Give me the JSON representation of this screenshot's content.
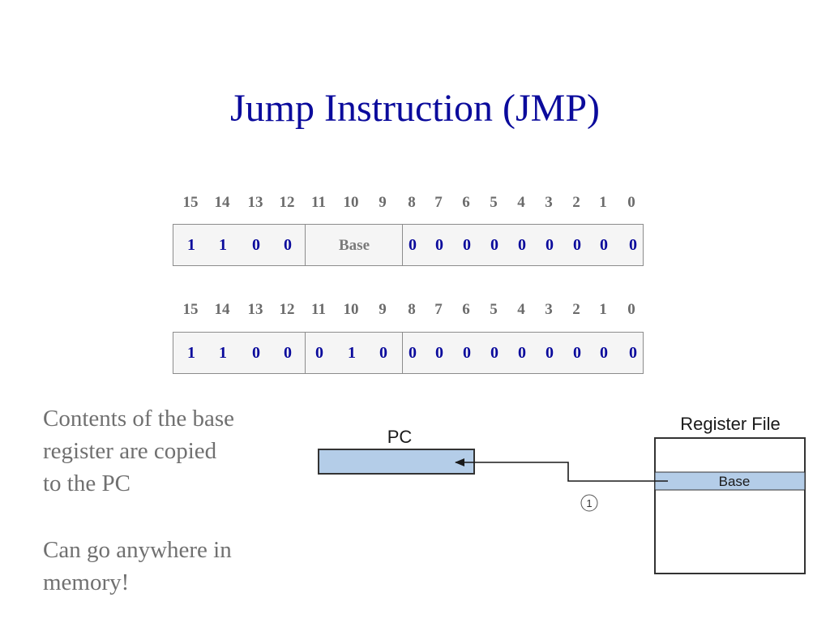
{
  "title": "Jump Instruction (JMP)",
  "bit_positions": [
    "15",
    "14",
    "13",
    "12",
    "11",
    "10",
    "9",
    "8",
    "7",
    "6",
    "5",
    "4",
    "3",
    "2",
    "1",
    "0"
  ],
  "format": {
    "opcode": [
      "1",
      "1",
      "0",
      "0"
    ],
    "base_label": "Base",
    "tail": [
      "0",
      "0",
      "0",
      "0",
      "0",
      "0",
      "0",
      "0",
      "0"
    ]
  },
  "example": {
    "opcode": [
      "1",
      "1",
      "0",
      "0"
    ],
    "base": [
      "0",
      "1",
      "0"
    ],
    "tail": [
      "0",
      "0",
      "0",
      "0",
      "0",
      "0",
      "0",
      "0",
      "0"
    ]
  },
  "description": {
    "line1": "Contents of the base",
    "line2": "register are copied",
    "line3": "to the PC",
    "line4": "Can go anywhere in",
    "line5": "memory!"
  },
  "diagram": {
    "pc_label": "PC",
    "register_file_label": "Register File",
    "base_row_label": "Base",
    "step_marker": "1"
  },
  "colors": {
    "title": "#0b0b9c",
    "bit_value": "#0b0b9c",
    "register_fill": "#b4cde8",
    "text_gray": "#707070"
  }
}
